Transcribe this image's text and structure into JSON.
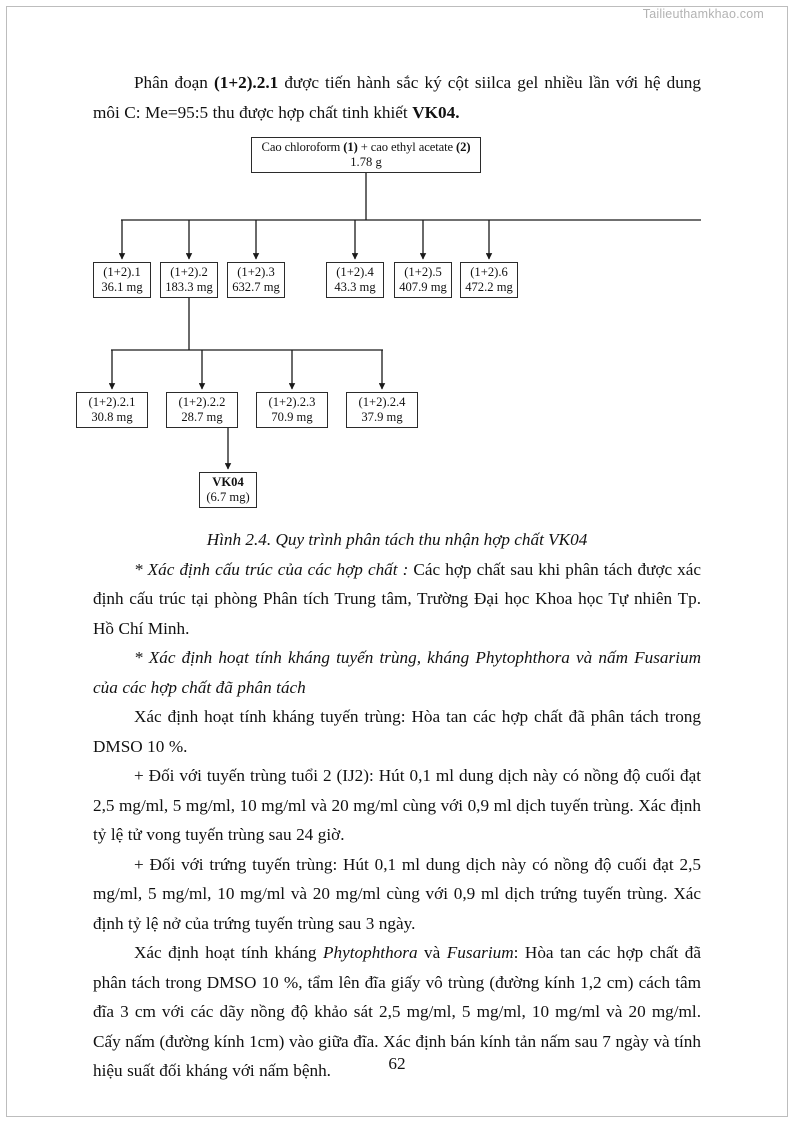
{
  "watermark": "Tailieuthamkhao.com",
  "page_number": "62",
  "paragraphs": {
    "intro_a": "Phân đoạn ",
    "intro_b": "(1+2).2.1",
    "intro_c": " được tiến hành sắc ký cột siilca gel nhiều lần với hệ dung môi C: Me=95:5 thu được hợp chất tinh khiết ",
    "intro_d": "VK04.",
    "caption": "Hình 2.4. Quy trình phân tách thu nhận hợp chất VK04",
    "p2_italic": "* Xác định cấu trúc của các hợp chất :",
    "p2_rest": " Các hợp chất sau khi phân tách được xác định cấu trúc tại phòng Phân tích Trung tâm, Trường Đại học Khoa học Tự nhiên Tp. Hồ Chí Minh.",
    "p3_italic": "* Xác định hoạt tính kháng tuyến trùng, kháng Phytophthora và nấm Fusarium của các hợp chất đã phân tách",
    "p4": "Xác định hoạt tính kháng tuyến trùng: Hòa tan các hợp chất đã phân tách trong DMSO 10 %.",
    "p5": "+ Đối với tuyến trùng tuổi 2 (IJ2): Hút 0,1 ml dung dịch này có nồng độ cuối đạt 2,5 mg/ml, 5 mg/ml, 10 mg/ml và 20 mg/ml cùng với 0,9 ml dịch tuyến trùng. Xác định tỷ lệ tử vong tuyến trùng sau 24 giờ.",
    "p6": "+ Đối với trứng tuyến trùng: Hút 0,1 ml dung dịch này có nồng độ cuối đạt 2,5 mg/ml, 5 mg/ml, 10 mg/ml và 20 mg/ml cùng với 0,9 ml dịch trứng tuyến trùng. Xác định tỷ lệ nở của trứng tuyến trùng sau 3 ngày.",
    "p7_a": "Xác định hoạt tính kháng ",
    "p7_b": "Phytophthora",
    "p7_c": " và ",
    "p7_d": "Fusarium",
    "p7_e": ": Hòa tan các hợp chất đã phân tách trong DMSO 10 %, tẩm lên đĩa giấy vô trùng (đường kính 1,2 cm) cách tâm đĩa 3 cm với các dãy nồng độ khảo sát 2,5 mg/ml, 5 mg/ml, 10 mg/ml và 20 mg/ml. Cấy nấm (đường kính 1cm) vào giữa đĩa. Xác định bán kính tản nấm sau 7 ngày và tính hiệu suất đối kháng với nấm bệnh."
  },
  "diagram": {
    "root": {
      "line1_pre": "Cao chloroform ",
      "line1_b1": "(1)",
      "line1_mid": " + cao ethyl acetate ",
      "line1_b2": "(2)",
      "line2": "1.78 g"
    },
    "level1": [
      {
        "label": "(1+2).1",
        "mass": "36.1 mg"
      },
      {
        "label": "(1+2).2",
        "mass": "183.3 mg"
      },
      {
        "label": "(1+2).3",
        "mass": "632.7 mg"
      },
      {
        "label": "(1+2).4",
        "mass": "43.3 mg"
      },
      {
        "label": "(1+2).5",
        "mass": "407.9 mg"
      },
      {
        "label": "(1+2).6",
        "mass": "472.2 mg"
      }
    ],
    "level2": [
      {
        "label": "(1+2).2.1",
        "mass": "30.8 mg"
      },
      {
        "label": "(1+2).2.2",
        "mass": "28.7 mg"
      },
      {
        "label": "(1+2).2.3",
        "mass": "70.9 mg"
      },
      {
        "label": "(1+2).2.4",
        "mass": "37.9 mg"
      }
    ],
    "final": {
      "label": "VK04",
      "mass": "(6.7 mg)"
    }
  }
}
